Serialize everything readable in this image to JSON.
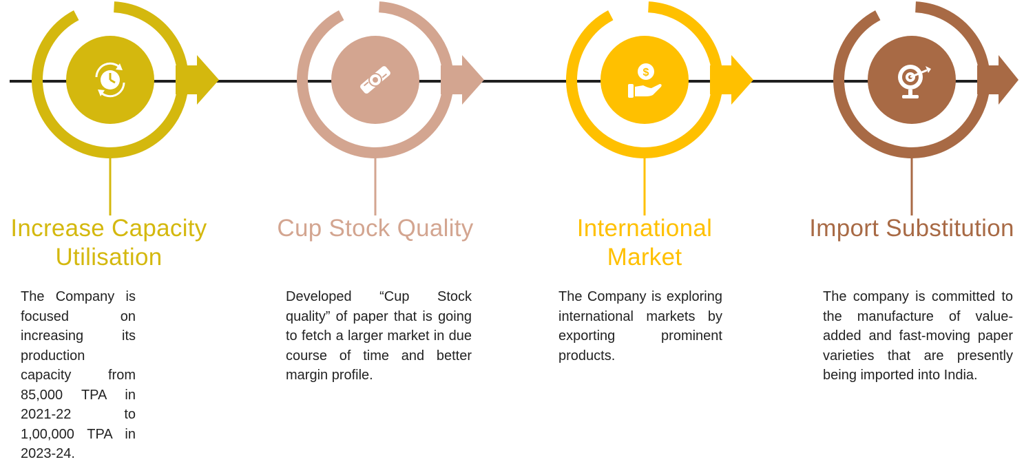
{
  "steps": [
    {
      "icon": "clock-refresh-icon",
      "color": "#D4B80E",
      "title": "Increase Capacity Utilisation",
      "description": "The Company is focused on increasing its production capacity from 85,000 TPA in 2021-22 to 1,00,000 TPA in 2023-24."
    },
    {
      "icon": "certificate-scroll-icon",
      "color": "#D3A590",
      "title": "Cup Stock Quality",
      "description": "Developed “Cup Stock quality” of paper that is going to fetch a larger market in due course of time and better margin profile."
    },
    {
      "icon": "hand-coin-icon",
      "color": "#FFC000",
      "title": "International Market",
      "description": "The Company is exploring international markets by exporting prominent products."
    },
    {
      "icon": "target-arrow-icon",
      "color": "#A86A45",
      "title": "Import Substitution",
      "description": "The company is committed to the manufacture of value-added and fast-moving paper varieties that are presently being imported into India."
    }
  ]
}
